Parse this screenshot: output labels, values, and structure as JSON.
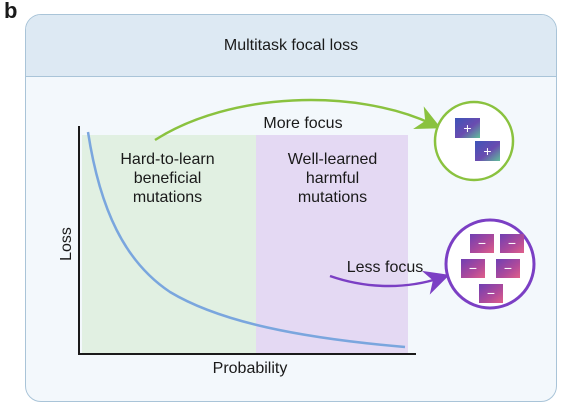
{
  "panel_label": "b",
  "header": {
    "title": "Multitask focal loss"
  },
  "axes": {
    "xlabel": "Probability",
    "ylabel": "Loss"
  },
  "regions": [
    {
      "label_lines": [
        "Hard-to-learn",
        "beneficial",
        "mutations"
      ],
      "color": "#e1f0e2"
    },
    {
      "label_lines": [
        "Well-learned",
        "harmful",
        "mutations"
      ],
      "color": "#e4d9f3"
    }
  ],
  "annotations": {
    "more_focus": "More focus",
    "less_focus": "Less focus"
  },
  "groups": {
    "more_focus": {
      "symbol": "+",
      "count": 2,
      "ring_color": "#8ac23f"
    },
    "less_focus": {
      "symbol": "−",
      "count": 5,
      "ring_color": "#7b3fc4"
    }
  },
  "colors": {
    "curve": "#7aa6de",
    "arrow_more": "#8ac23f",
    "arrow_less": "#7b3fc4"
  }
}
